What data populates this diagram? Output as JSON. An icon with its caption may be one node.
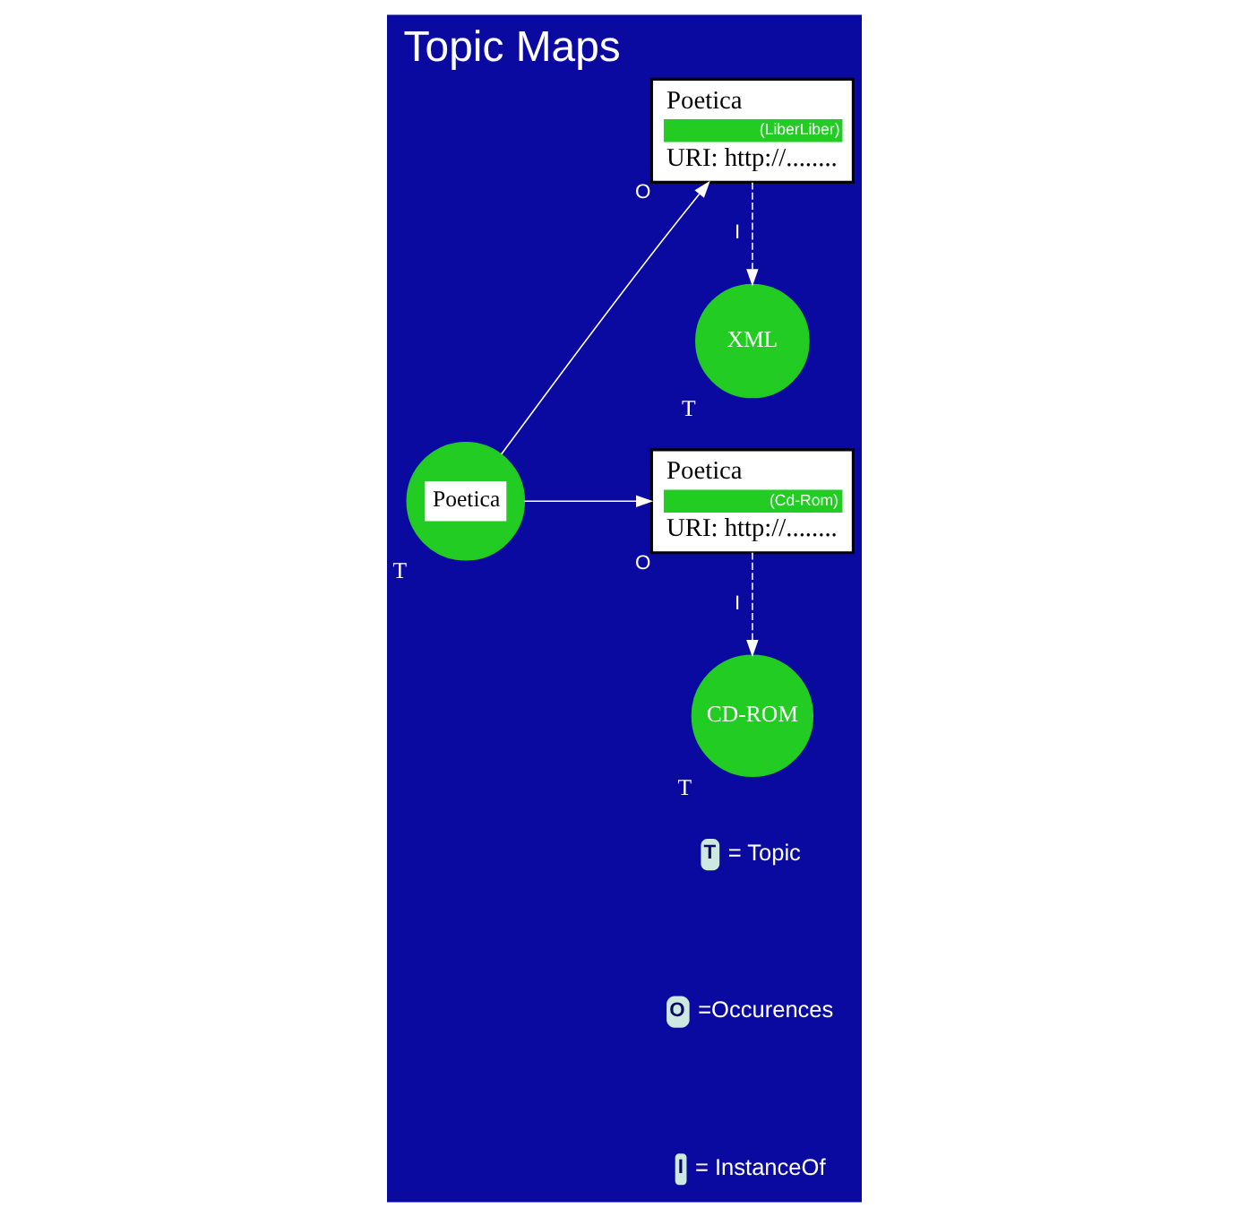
{
  "diagram": {
    "title": "Topic Maps",
    "nodes": [
      {
        "text": [
          "Poetica"
        ],
        "beside": [
          "T"
        ]
      },
      {
        "text": [
          "Poetica",
          "(LiberLiber)",
          "URI: http://........"
        ],
        "beside": [
          "O"
        ]
      },
      {
        "text": [
          "Poetica",
          "(Cd-Rom)",
          "URI: http://........"
        ],
        "beside": [
          "O"
        ]
      },
      {
        "text": [
          "XML"
        ],
        "beside": [
          "T"
        ]
      },
      {
        "text": [
          "CD-ROM"
        ],
        "beside": [
          "T"
        ]
      }
    ],
    "edges": [
      {
        "from": 0,
        "to": 1,
        "arrow": "to"
      },
      {
        "from": 0,
        "to": 2,
        "arrow": "to"
      },
      {
        "from": 1,
        "to": 3,
        "arrow": "to",
        "style": "dashed",
        "label": "I"
      },
      {
        "from": 2,
        "to": 4,
        "arrow": "to",
        "style": "dashed",
        "label": "I"
      }
    ],
    "labels": [
      "T",
      "O",
      "I"
    ],
    "legend": [
      {
        "text": "= Topic"
      },
      {
        "text": "=Occurences"
      },
      {
        "text": "= InstanceOf"
      }
    ]
  }
}
